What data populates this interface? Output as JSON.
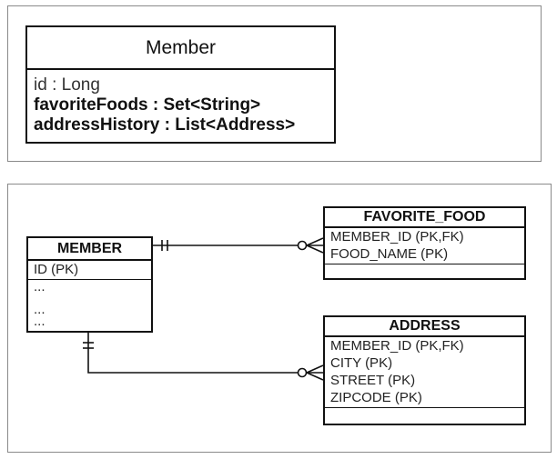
{
  "uml_class": {
    "name": "Member",
    "attributes": [
      "id : Long",
      "favoriteFoods : Set<String>",
      "addressHistory : List<Address>"
    ]
  },
  "er": {
    "member": {
      "title": "MEMBER",
      "pk": "ID (PK)",
      "rows": [
        "...",
        "...",
        "..."
      ]
    },
    "favorite_food": {
      "title": "FAVORITE_FOOD",
      "fields": [
        "MEMBER_ID (PK,FK)",
        "FOOD_NAME (PK)"
      ]
    },
    "address": {
      "title": "ADDRESS",
      "fields": [
        "MEMBER_ID (PK,FK)",
        "CITY (PK)",
        "STREET (PK)",
        "ZIPCODE (PK)"
      ]
    },
    "relationships": [
      {
        "from": "MEMBER",
        "to": "FAVORITE_FOOD",
        "from_end": "one-and-only-one",
        "to_end": "zero-or-many"
      },
      {
        "from": "MEMBER",
        "to": "ADDRESS",
        "from_end": "one-and-only-one",
        "to_end": "zero-or-many"
      }
    ]
  }
}
